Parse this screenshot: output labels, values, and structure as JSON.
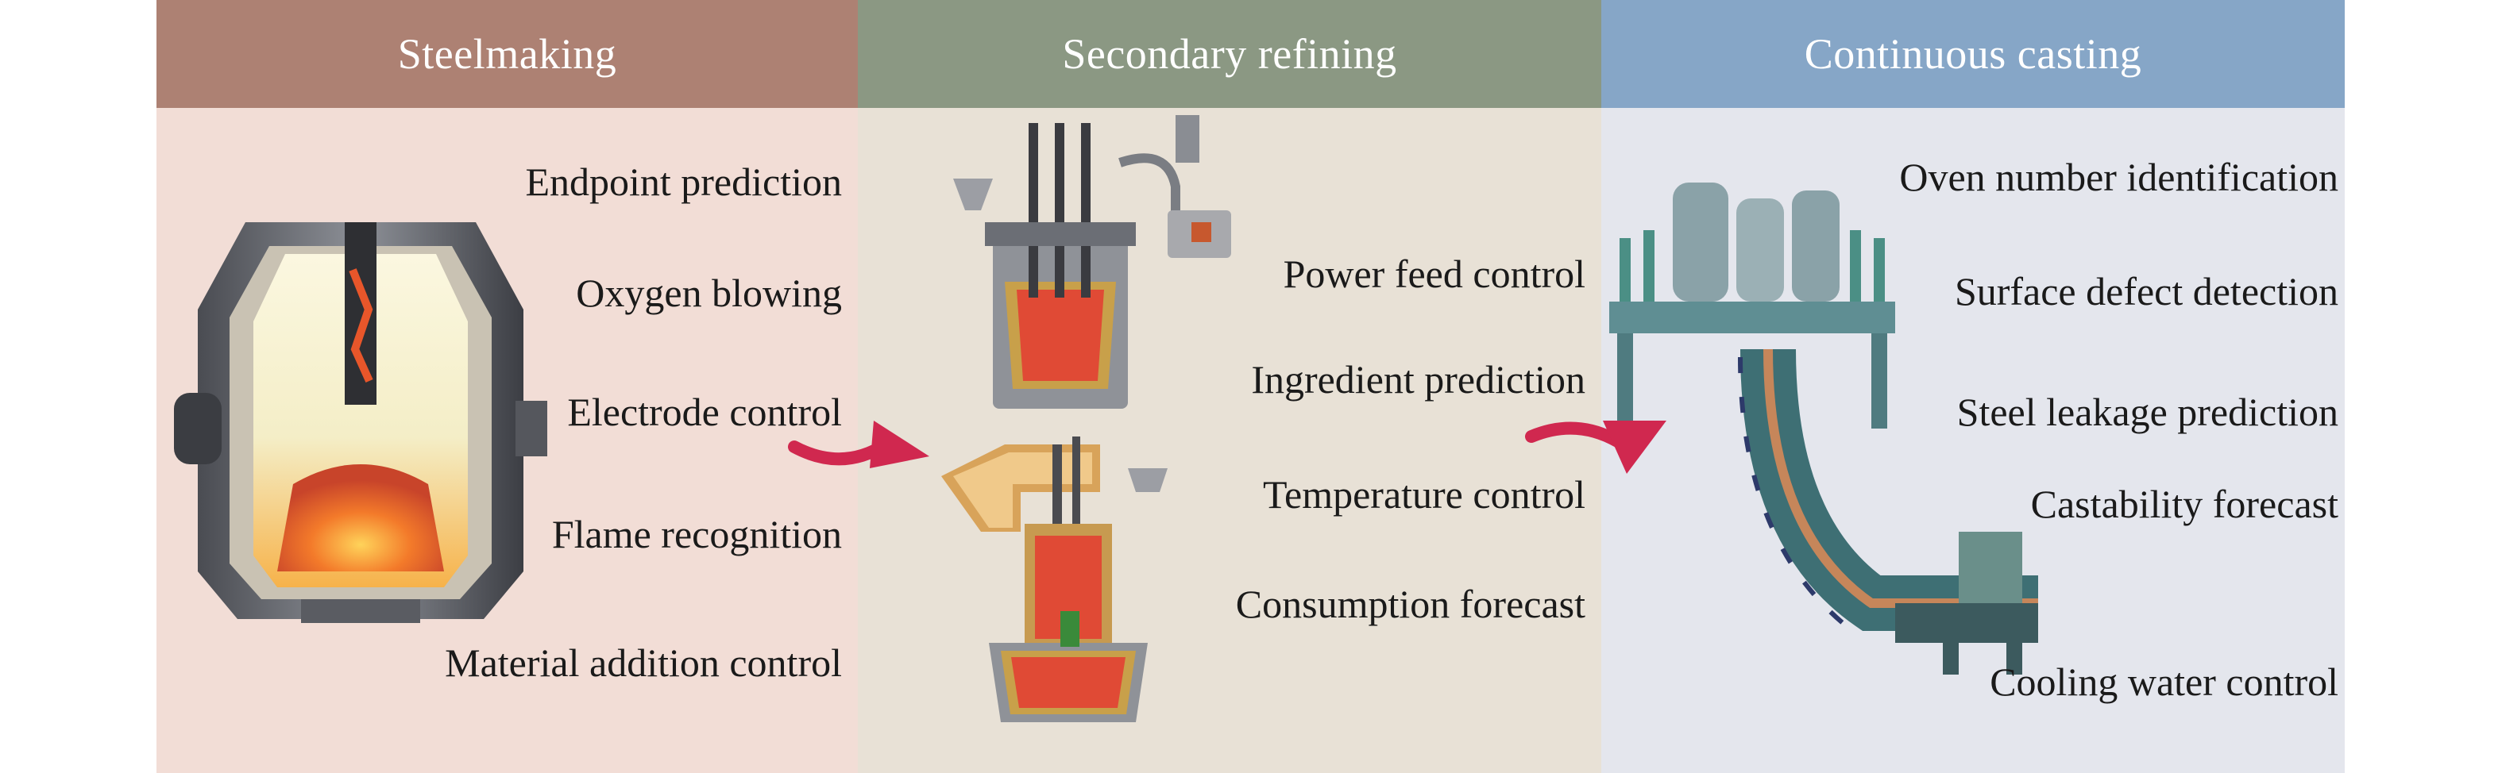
{
  "stages": [
    {
      "title": "Steelmaking",
      "items": [
        "Endpoint prediction",
        "Oxygen blowing",
        "Electrode control",
        "Flame recognition",
        "Material addition control"
      ]
    },
    {
      "title": "Secondary refining",
      "items": [
        "Power feed control",
        "Ingredient prediction",
        "Temperature control",
        "Consumption forecast"
      ]
    },
    {
      "title": "Continuous casting",
      "items": [
        "Oven number identification",
        "Surface defect detection",
        "Steel leakage prediction",
        "Castability forecast",
        "Cooling water control"
      ]
    }
  ],
  "colors": {
    "steelmaking_header": "#ad8173",
    "steelmaking_bg": "#f2ddd6",
    "refining_header": "#8b9883",
    "refining_bg": "#e8e1d6",
    "casting_header": "#86a6c7",
    "casting_bg": "#e4e6ed",
    "arrow": "#d0284f"
  },
  "icons": [
    "furnace-icon",
    "refining-vessel-icon",
    "degasser-icon",
    "caster-machine-icon",
    "flow-arrow-icon"
  ]
}
